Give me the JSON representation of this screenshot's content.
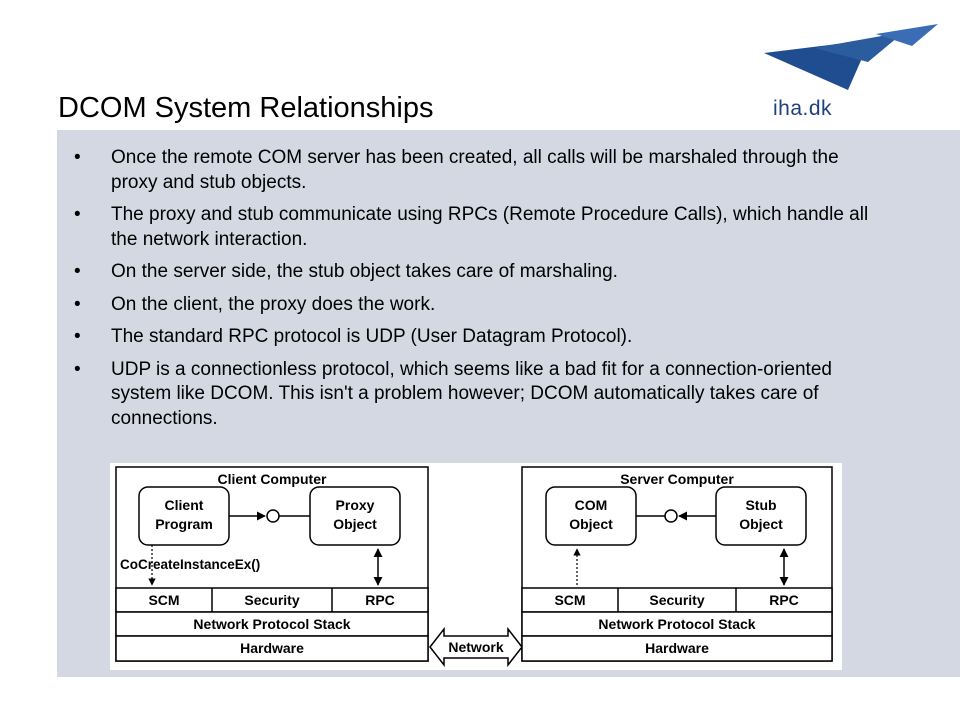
{
  "title": "DCOM System Relationships",
  "logo": {
    "text": "iha.dk",
    "colors": [
      "#1f4d8f",
      "#2d63a8"
    ]
  },
  "bullets": [
    "Once the remote COM server has been created, all calls will be marshaled through the proxy and stub objects.",
    "The proxy and stub communicate using RPCs (Remote Procedure Calls), which handle all the network interaction.",
    "On the server side, the stub object takes care of marshaling.",
    "On the client, the proxy does the work.",
    "The standard RPC protocol is UDP (User Datagram Protocol).",
    "UDP is a connectionless protocol, which seems like a bad fit for a connection-oriented system like DCOM. This isn't a problem however; DCOM automatically takes care of connections."
  ],
  "bullet_symbol": "•",
  "diagram": {
    "client": {
      "title": "Client Computer",
      "program_line1": "Client",
      "program_line2": "Program",
      "proxy_line1": "Proxy",
      "proxy_line2": "Object",
      "call_label": "CoCreateInstanceEx()",
      "scm": "SCM",
      "security": "Security",
      "rpc": "RPC",
      "stack": "Network Protocol Stack",
      "hardware": "Hardware"
    },
    "server": {
      "title": "Server Computer",
      "com_line1": "COM",
      "com_line2": "Object",
      "stub_line1": "Stub",
      "stub_line2": "Object",
      "scm": "SCM",
      "security": "Security",
      "rpc": "RPC",
      "stack": "Network Protocol Stack",
      "hardware": "Hardware"
    },
    "network_label": "Network"
  }
}
